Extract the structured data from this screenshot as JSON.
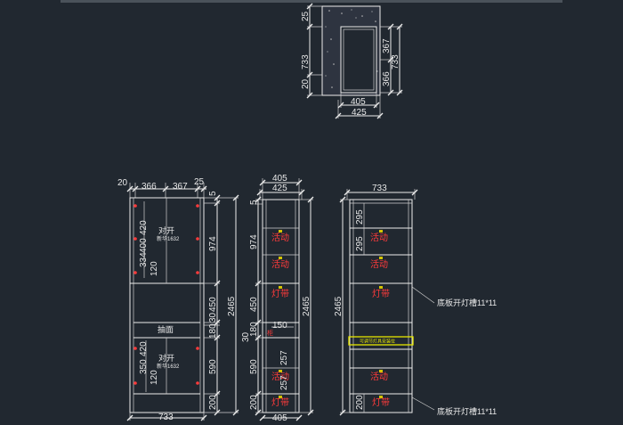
{
  "top_view": {
    "dims": {
      "top": "25",
      "height_left": "733",
      "bottom": "20",
      "upper_right": "367",
      "lower_right": "366",
      "height_right": "733",
      "inner_width": "405",
      "outer_width": "425"
    }
  },
  "front_view": {
    "dims": {
      "top_20": "20",
      "top_366": "366",
      "top_367": "367",
      "top_25": "25",
      "bottom_733": "733",
      "r5": "5",
      "r974": "974",
      "r450": "450",
      "r30": "30",
      "r180": "180",
      "r590": "590",
      "r200": "200",
      "total": "2465",
      "l420": "420",
      "l400": "400",
      "l334": "334",
      "l120a": "120",
      "l350": "350",
      "l420b": "420",
      "l120b": "120"
    },
    "upper_door": "对开",
    "upper_door_sub": "新华1632",
    "drawer": "抽面",
    "lower_door": "对开",
    "lower_door_sub": "新华1632"
  },
  "side_view": {
    "dims": {
      "top405": "405",
      "top425": "425",
      "bottom405": "405",
      "l5": "5",
      "l974": "974",
      "l450": "450",
      "l180": "180",
      "l30": "30",
      "l590": "590",
      "l200": "200",
      "total": "2465",
      "i150": "150",
      "i257a": "257",
      "i257b": "257"
    },
    "huodong1": "活动",
    "huodong2": "活动",
    "dengdai1": "灯带",
    "huodong3": "活动",
    "dengdai2": "灯带",
    "mark_small": "柜"
  },
  "right_view": {
    "dims": {
      "top733": "733",
      "d295a": "295",
      "d295b": "295",
      "total": "2465",
      "d200": "200"
    },
    "labels": {
      "h1": "活动",
      "h2": "活动",
      "d1": "灯带",
      "h3": "活动",
      "d2": "灯带",
      "yellow": "可调节灯具安装位"
    },
    "note_top": "底板开灯槽11*11",
    "note_bottom": "底板开灯槽11*11"
  },
  "colors": {
    "background": "#212830",
    "lines": "#ededed",
    "red": "#ff3b3b",
    "yellow": "#e6e600"
  }
}
